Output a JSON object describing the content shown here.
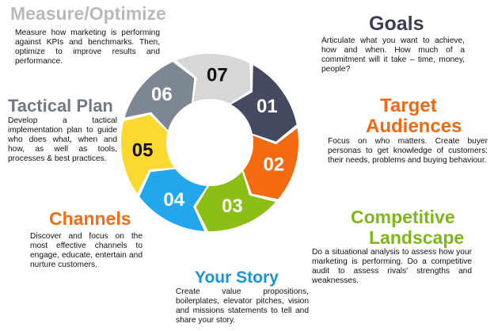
{
  "colors": {
    "s01": "#464a61",
    "s02": "#f46a11",
    "s03": "#8bbf16",
    "s04": "#22a6ec",
    "s05": "#fbd931",
    "s06": "#7c8793",
    "s07": "#d5d7d8",
    "title_goals": "#3a3d55",
    "title_target": "#f06a14",
    "title_competitive": "#7fb61b",
    "title_story": "#1e93d3",
    "title_channels": "#f26d16",
    "title_tactical": "#6f7a86",
    "title_measure": "#b7b9bb",
    "label_light": "#ffffff",
    "label_dark": "#111111"
  },
  "segments": [
    {
      "number": "01",
      "name": "Goals"
    },
    {
      "number": "02",
      "name": "Target Audiences"
    },
    {
      "number": "03",
      "name": "Competitive Landscape"
    },
    {
      "number": "04",
      "name": "Your Story"
    },
    {
      "number": "05",
      "name": "Channels"
    },
    {
      "number": "06",
      "name": "Tactical Plan"
    },
    {
      "number": "07",
      "name": "Measure/Optimize"
    }
  ],
  "sections": {
    "goals": {
      "title": "Goals",
      "description": "Articulate what you want to achieve, how and when. How much of a commitment will it take – time, money, people?"
    },
    "target": {
      "title_line1": "Target",
      "title_line2": "Audiences",
      "description": "Focus on who matters. Create buyer personas to get knowledge of customers: their needs, problems and buying behaviour."
    },
    "competitive": {
      "title_line1": "Competitive",
      "title_line2": "Landscape",
      "description": "Do a situational analysis to assess how your marketing is performing. Do a competitive audit to assess rivals' strengths and weaknesses."
    },
    "story": {
      "title": "Your Story",
      "description": "Create value propositions, boilerplates, elevator pitches, vision and missions statements to tell and share your story."
    },
    "channels": {
      "title": "Channels",
      "description": "Discover and focus on the most effective channels to engage, educate, entertain and nurture customers."
    },
    "tactical": {
      "title": "Tactical Plan",
      "description": "Develop a tactical implementation plan to guide who does what, when and how, as well as tools, processes & best practices."
    },
    "measure": {
      "title": "Measure/Optimize",
      "description": "Measure how marketing is performing against KPIs and benchmarks. Then, optimize to improve results and performance."
    }
  }
}
